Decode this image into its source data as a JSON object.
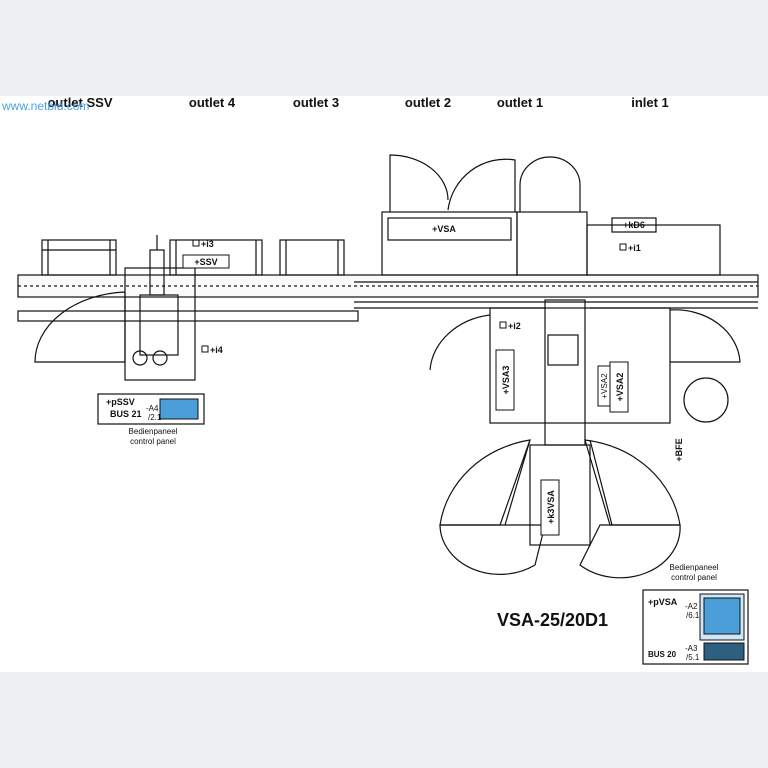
{
  "watermark": "www.netbid.com",
  "headers": {
    "outlet_ssv": "outlet SSV",
    "outlet_4": "outlet 4",
    "outlet_3": "outlet 3",
    "outlet_2": "outlet 2",
    "outlet_1": "outlet 1",
    "inlet_1": "inlet 1"
  },
  "tags": {
    "i3": "+i3",
    "ssv": "+SSV",
    "i4": "+i4",
    "vsa": "+VSA",
    "kd6": "+kD6",
    "i1": "+i1",
    "i2": "+i2",
    "vsa3": "+VSA3",
    "vsa2": "+VSA2",
    "vsa2b": "+VSA2",
    "bfe": "+BFE",
    "k3vsa": "+k3VSA"
  },
  "panel_left": {
    "id": "+pSSV",
    "bus": "BUS 21",
    "a4": "-A4",
    "a4_sub": "/2.1",
    "caption_de": "Bedienpaneel",
    "caption_en": "control panel"
  },
  "panel_right": {
    "id": "+pVSA",
    "bus": "BUS 20",
    "a2": "-A2",
    "a2_sub": "/6.1",
    "a3": "-A3",
    "a3_sub": "/5.1",
    "caption_de": "Bedienpaneel",
    "caption_en": "control panel"
  },
  "model": "VSA-25/20D1",
  "colors": {
    "band": "#eeeff3",
    "line": "#111111",
    "screen": "#4a9fd8",
    "watermark": "#4aa3df"
  }
}
